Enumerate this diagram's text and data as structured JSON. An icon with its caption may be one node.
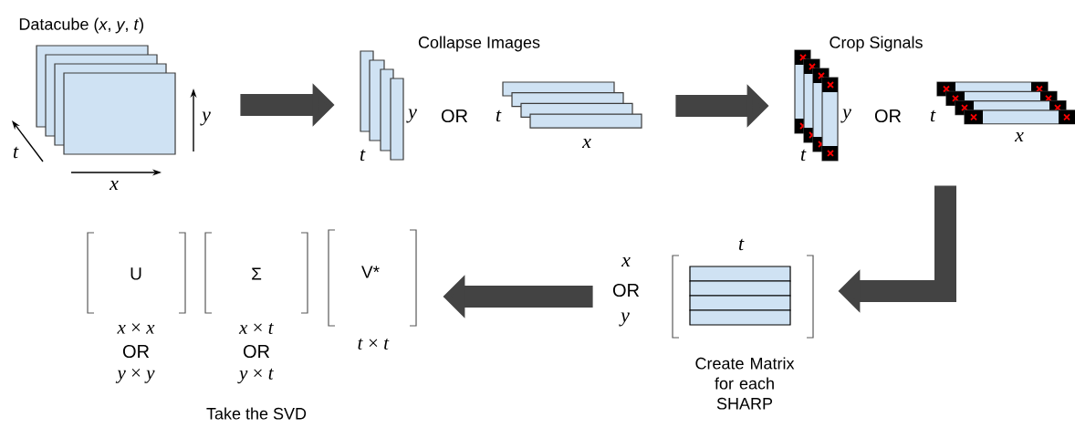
{
  "diagram": {
    "nodes": [
      {
        "text": [
          "Datacube (*x*, *y*, *t*)"
        ]
      },
      {
        "text": [
          "Collapse Images"
        ]
      },
      {
        "text": [
          "Crop Signals"
        ]
      },
      {
        "text": [
          "x",
          "OR",
          "y",
          "t",
          "Create Matrix for each SHARP"
        ]
      },
      {
        "text": [
          "U",
          "*x* × *x*",
          "OR",
          "*y* × *y*",
          "Σ",
          "*x* × *t*",
          "OR",
          "*y* × *t*",
          "V*",
          "*t* × *t*",
          "Take the SVD"
        ]
      }
    ],
    "edges": [
      {
        "from": 0,
        "to": 1,
        "arrow": "to"
      },
      {
        "from": 1,
        "to": 2,
        "arrow": "to"
      },
      {
        "from": 2,
        "to": 3,
        "arrow": "to"
      },
      {
        "from": 3,
        "to": 4,
        "arrow": "to"
      }
    ],
    "labels": [
      "y",
      "t",
      "x",
      "t",
      "y",
      "OR",
      "t",
      "x",
      "t",
      "y",
      "OR",
      "t",
      "x"
    ]
  }
}
